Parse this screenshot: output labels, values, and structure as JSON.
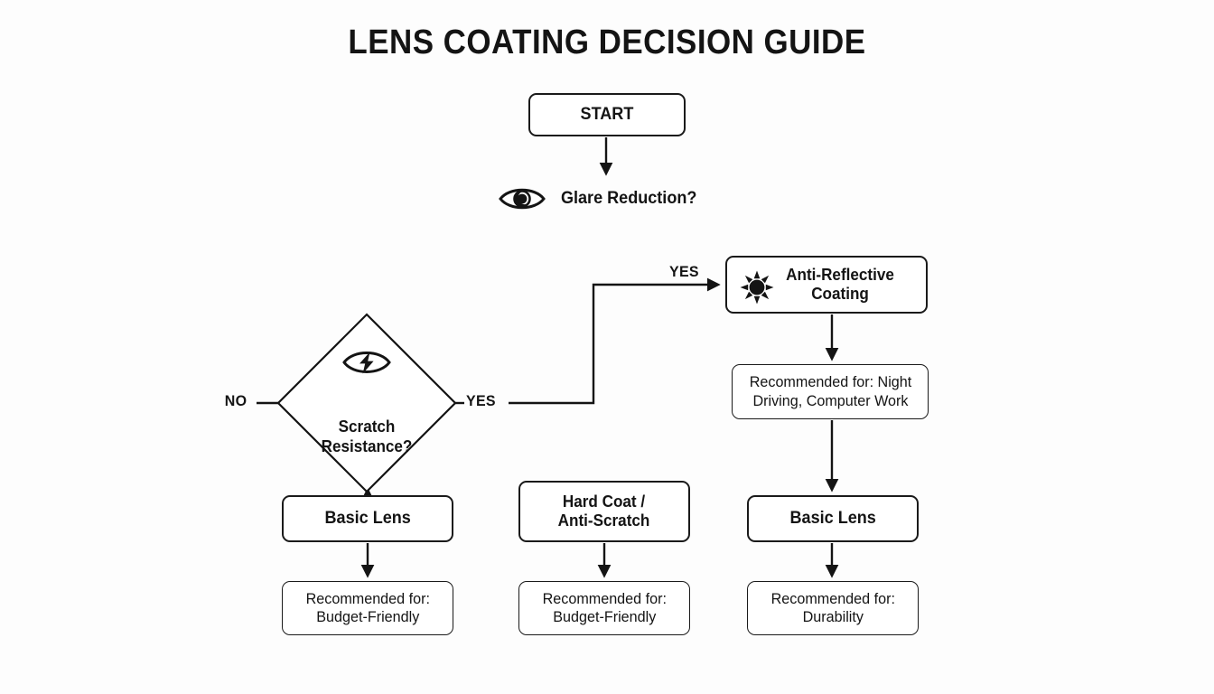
{
  "page": {
    "title": "LENS COATING DECISION GUIDE",
    "background_color": "#fdfdfd",
    "ink_color": "#141414"
  },
  "diagram": {
    "type": "flowchart",
    "orientation": "top-down",
    "nodes": [
      {
        "id": "start",
        "label": "START",
        "shape": "rounded-rect",
        "style": "bold",
        "icon": null
      },
      {
        "id": "glare",
        "label": "Glare Reduction?",
        "shape": "plain-label",
        "style": "bold",
        "icon": "eye-icon"
      },
      {
        "id": "anti_reflective",
        "label": "Anti-Reflective\nCoating",
        "shape": "rounded-rect",
        "style": "bold",
        "icon": "sun-icon"
      },
      {
        "id": "ar_recommended",
        "label": "Recommended for: Night\nDriving, Computer Work",
        "shape": "rounded-rect",
        "style": "regular",
        "icon": null
      },
      {
        "id": "ar_basic_lens",
        "label": "Basic Lens",
        "shape": "rounded-rect",
        "style": "bold",
        "icon": null
      },
      {
        "id": "ar_durability",
        "label": "Recommended for:\nDurability",
        "shape": "rounded-rect",
        "style": "regular",
        "icon": null
      },
      {
        "id": "scratch_resistance",
        "label": "Scratch\nResistance?",
        "shape": "diamond",
        "style": "bold",
        "icon": "lightning-eye-icon"
      },
      {
        "id": "hard_coat",
        "label": "Hard Coat /\nAnti-Scratch",
        "shape": "rounded-rect",
        "style": "bold",
        "icon": null
      },
      {
        "id": "hard_coat_recommended",
        "label": "Recommended for:\nBudget-Friendly",
        "shape": "rounded-rect",
        "style": "regular",
        "icon": null
      },
      {
        "id": "basic_lens",
        "label": "Basic Lens",
        "shape": "rounded-rect",
        "style": "bold",
        "icon": null
      },
      {
        "id": "basic_lens_recommended",
        "label": "Recommended for:\nBudget-Friendly",
        "shape": "rounded-rect",
        "style": "regular",
        "icon": null
      }
    ],
    "edge_labels": {
      "yes_to_anti_reflective": "YES",
      "yes_from_scratch": "YES",
      "no_from_scratch": "NO"
    },
    "icons": {
      "eye": "eye-icon",
      "sun": "sun-icon",
      "lightning_eye": "lightning-eye-icon"
    }
  }
}
